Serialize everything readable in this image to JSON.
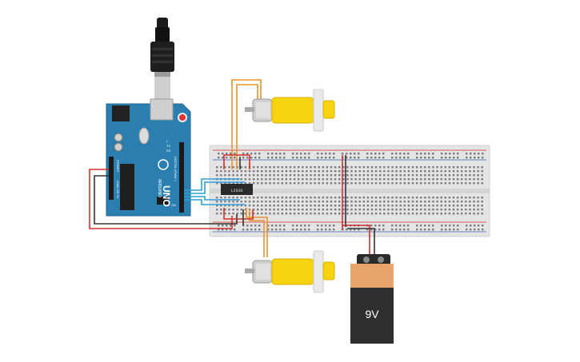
{
  "circuit": {
    "arduino": {
      "brand": "ARDUINO",
      "model": "UNO",
      "digital_label": "DIGITAL (PWM~)",
      "power_label": "POWER",
      "analog_label": "ANALOG IN",
      "tx_label": "TX",
      "rx_label": "RX",
      "l_label": "L",
      "on_label": "ON"
    },
    "driver_ic": {
      "label": "L293D"
    },
    "battery": {
      "label": "9V"
    },
    "colors": {
      "board": "#2a7fb0",
      "wire_red": "#d0312d",
      "wire_black": "#333333",
      "wire_orange": "#e8932c",
      "wire_blue": "#2e9fd6",
      "motor_yellow": "#f5d40f",
      "battery_orange": "#e8a46a",
      "battery_dark": "#2f2f2f",
      "breadboard": "#e4e4e4"
    }
  }
}
